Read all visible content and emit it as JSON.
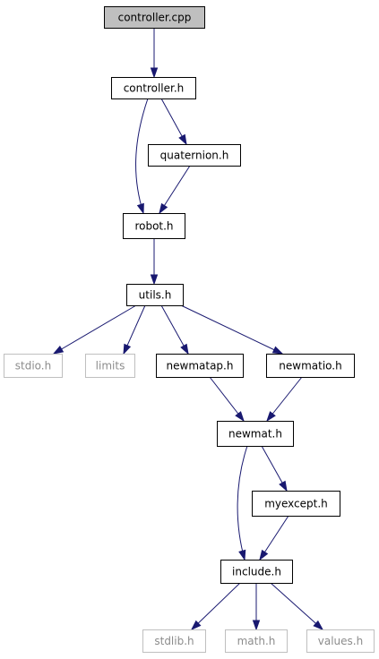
{
  "graph": {
    "colors": {
      "edge": "#191970",
      "root_fill": "#bfbfbf",
      "node_border": "#000000",
      "external_border": "#bfbfbf",
      "external_text": "#8c8c8c"
    },
    "nodes": [
      {
        "id": "controller_cpp",
        "label": "controller.cpp",
        "kind": "root"
      },
      {
        "id": "controller_h",
        "label": "controller.h",
        "kind": "local"
      },
      {
        "id": "quaternion_h",
        "label": "quaternion.h",
        "kind": "local"
      },
      {
        "id": "robot_h",
        "label": "robot.h",
        "kind": "local"
      },
      {
        "id": "utils_h",
        "label": "utils.h",
        "kind": "local"
      },
      {
        "id": "stdio_h",
        "label": "stdio.h",
        "kind": "external"
      },
      {
        "id": "limits",
        "label": "limits",
        "kind": "external"
      },
      {
        "id": "newmatap_h",
        "label": "newmatap.h",
        "kind": "local"
      },
      {
        "id": "newmatio_h",
        "label": "newmatio.h",
        "kind": "local"
      },
      {
        "id": "newmat_h",
        "label": "newmat.h",
        "kind": "local"
      },
      {
        "id": "myexcept_h",
        "label": "myexcept.h",
        "kind": "local"
      },
      {
        "id": "include_h",
        "label": "include.h",
        "kind": "local"
      },
      {
        "id": "stdlib_h",
        "label": "stdlib.h",
        "kind": "external"
      },
      {
        "id": "math_h",
        "label": "math.h",
        "kind": "external"
      },
      {
        "id": "values_h",
        "label": "values.h",
        "kind": "external"
      }
    ],
    "edges": [
      {
        "from": "controller_cpp",
        "to": "controller_h"
      },
      {
        "from": "controller_h",
        "to": "robot_h"
      },
      {
        "from": "controller_h",
        "to": "quaternion_h"
      },
      {
        "from": "quaternion_h",
        "to": "robot_h"
      },
      {
        "from": "robot_h",
        "to": "utils_h"
      },
      {
        "from": "utils_h",
        "to": "stdio_h"
      },
      {
        "from": "utils_h",
        "to": "limits"
      },
      {
        "from": "utils_h",
        "to": "newmatap_h"
      },
      {
        "from": "utils_h",
        "to": "newmatio_h"
      },
      {
        "from": "newmatap_h",
        "to": "newmat_h"
      },
      {
        "from": "newmatio_h",
        "to": "newmat_h"
      },
      {
        "from": "newmat_h",
        "to": "include_h"
      },
      {
        "from": "newmat_h",
        "to": "myexcept_h"
      },
      {
        "from": "myexcept_h",
        "to": "include_h"
      },
      {
        "from": "include_h",
        "to": "stdlib_h"
      },
      {
        "from": "include_h",
        "to": "math_h"
      },
      {
        "from": "include_h",
        "to": "values_h"
      }
    ]
  }
}
